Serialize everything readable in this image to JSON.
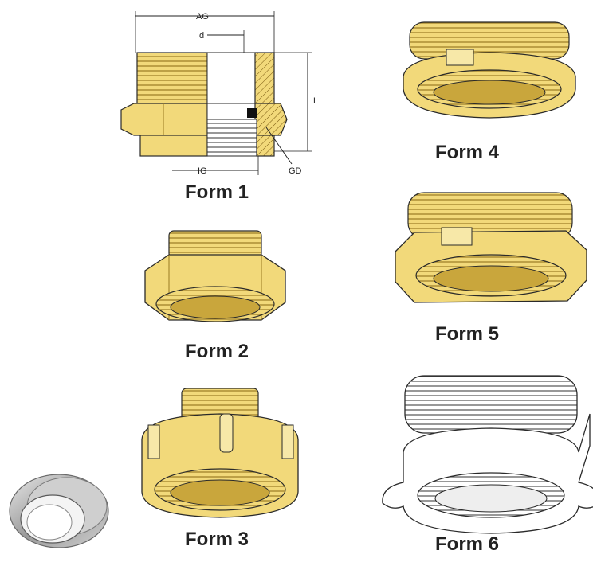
{
  "figure": {
    "forms": [
      {
        "label": "Form 1"
      },
      {
        "label": "Form 2"
      },
      {
        "label": "Form 3"
      },
      {
        "label": "Form 4"
      },
      {
        "label": "Form 5"
      },
      {
        "label": "Form 6"
      }
    ],
    "dimensions": {
      "ag": "AG",
      "d": "d",
      "l": "L",
      "ig": "IG",
      "gd": "GD"
    },
    "colors": {
      "brass": "#f2d97a",
      "brass_dark": "#c9a63c",
      "outline": "#2a2a2a",
      "steel": "#b8b8b8",
      "white_part": "#ffffff"
    }
  }
}
